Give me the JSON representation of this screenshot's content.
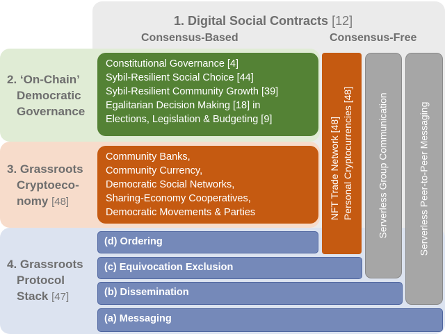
{
  "header": {
    "title": "1. Digital Social Contracts",
    "title_cite": "[12]",
    "consensus_based": "Consensus-Based",
    "consensus_free": "Consensus-Free"
  },
  "rows": {
    "governance": {
      "line1": "2. ‘On-Chain’",
      "line2": "Democratic",
      "line3": "Governance"
    },
    "economy": {
      "line1": "3. Grassroots",
      "line2": "Cryptoeco-",
      "line3": "nomy",
      "cite": "[48]"
    },
    "protocol": {
      "line1": "4. Grassroots",
      "line2": "Protocol",
      "line3": "Stack",
      "cite": "[47]"
    }
  },
  "governance_box": {
    "items": [
      "Constitutional Governance [4]",
      "Sybil-Resilient Social Choice [44]",
      "Sybil-Resilient Community Growth [39]",
      "Egalitarian Decision Making [18] in",
      "Elections, Legislation & Budgeting [9]"
    ]
  },
  "economy_box": {
    "items": [
      "Community Banks,",
      "Community Currency,",
      "Democratic Social Networks,",
      "Sharing-Economy Cooperatives,",
      "Democratic Movements & Parties"
    ]
  },
  "vertical": {
    "nft_line1": "NFT Trade Network [48]",
    "nft_line2": "Personal Cryptocurrencies [48]",
    "group": "Serverless Group Communication",
    "p2p": "Serverless Peer-to-Peer Messaging"
  },
  "stack": {
    "ordering": "(d) Ordering",
    "equivocation": "(c) Equivocation Exclusion",
    "dissemination": "(b) Dissemination",
    "messaging": "(a) Messaging"
  },
  "colors": {
    "gray_band": "#ebebeb",
    "green_band": "#e0ecd5",
    "orange_band": "#f7dccb",
    "blue_band": "#dce3f0",
    "green_box": "#548235",
    "orange_box": "#c55a11",
    "blue_bar": "#7589b9",
    "gray_column": "#a6a6a6"
  }
}
